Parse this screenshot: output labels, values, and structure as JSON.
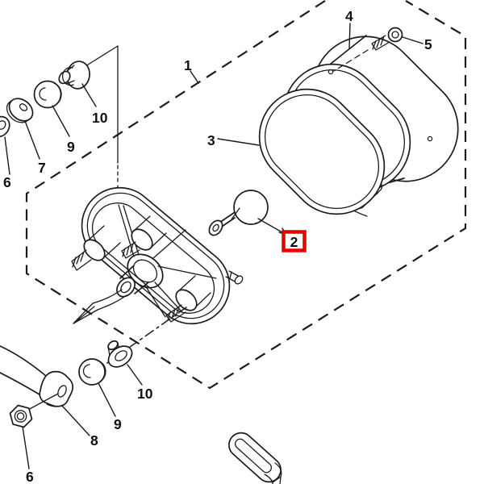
{
  "colors": {
    "line": "#1b1b1b",
    "highlight": "#e80000",
    "background": "#ffffff"
  },
  "highlight": {
    "selected_callout": "2",
    "style": "red-box"
  },
  "callouts": [
    {
      "label": "1"
    },
    {
      "label": "2"
    },
    {
      "label": "3"
    },
    {
      "label": "4"
    },
    {
      "label": "5"
    },
    {
      "label": "6"
    },
    {
      "label": "7"
    },
    {
      "label": "9"
    },
    {
      "label": "10"
    },
    {
      "label": "6"
    },
    {
      "label": "8"
    },
    {
      "label": "9"
    },
    {
      "label": "10"
    }
  ]
}
